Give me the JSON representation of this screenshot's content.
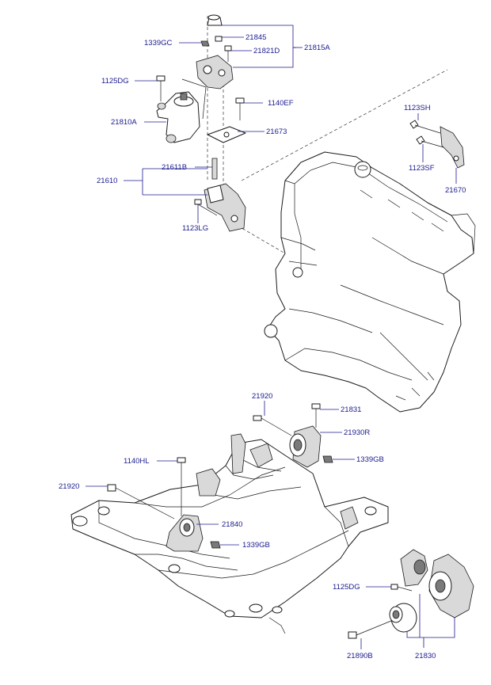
{
  "labels": {
    "p1339GC_top": "1339GC",
    "p21845": "21845",
    "p21815A": "21815A",
    "p21821D": "21821D",
    "p1125DG_top": "1125DG",
    "p1140EF": "1140EF",
    "p21810A": "21810A",
    "p21673": "21673",
    "p1123SH": "1123SH",
    "p21611B": "21611B",
    "p1123SF": "1123SF",
    "p21610": "21610",
    "p21670": "21670",
    "p1123LG": "1123LG",
    "p21920_top": "21920",
    "p21831": "21831",
    "p21930R": "21930R",
    "p1140HL": "1140HL",
    "p1339GB_right": "1339GB",
    "p21920_left": "21920",
    "p21840": "21840",
    "p1339GB_mid": "1339GB",
    "p1125DG_bottom": "1125DG",
    "p21890B": "21890B",
    "p21830": "21830"
  },
  "colors": {
    "label": "#1b1b8f",
    "ink": "#1a1a1a"
  }
}
